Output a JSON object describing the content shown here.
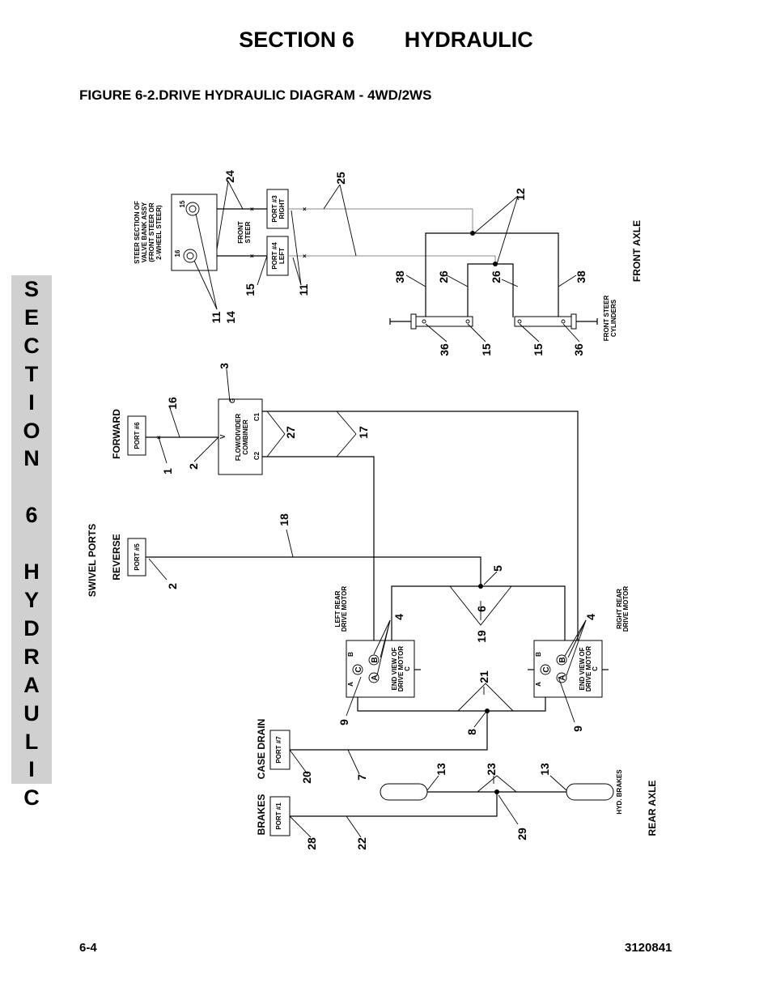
{
  "header": {
    "section": "SECTION 6",
    "topic": "HYDRAULIC"
  },
  "figure_title": "FIGURE 6-2.DRIVE HYDRAULIC DIAGRAM - 4WD/2WS",
  "side_tab": [
    "S",
    "E",
    "C",
    "T",
    "I",
    "O",
    "N",
    "",
    "6",
    "",
    "H",
    "Y",
    "D",
    "R",
    "A",
    "U",
    "L",
    "I",
    "C"
  ],
  "footer": {
    "page": "6-4",
    "doc_number": "3120841"
  },
  "labels": {
    "front_axle": "FRONT AXLE",
    "rear_axle": "REAR AXLE",
    "swivel_ports": "SWIVEL PORTS",
    "forward": "FORWARD",
    "reverse": "REVERSE",
    "case_drain": "CASE DRAIN",
    "brakes": "BRAKES",
    "port6": "PORT #6",
    "port5": "PORT #5",
    "port7": "PORT #7",
    "port1": "PORT #1",
    "port3_a": "PORT #3",
    "port3_b": "RIGHT",
    "port4_a": "PORT #4",
    "port4_b": "LEFT",
    "front_steer_a": "FRONT",
    "front_steer_b": "STEER",
    "valve_1": "STEER SECTION OF",
    "valve_2": "VALVE BANK ASSY",
    "valve_3": "(FRONT STEER OR",
    "valve_4": "2-WHEEL STEER)",
    "valve_port15": "15",
    "valve_port16": "16",
    "cyl_1": "FRONT STEER",
    "cyl_2": "CYLINDERS",
    "fd_1": "FLOW/DIVIDER",
    "fd_2": "COMBINER",
    "fd_g": "G",
    "fd_v": "V",
    "fd_c1": "C1",
    "fd_c2": "C2",
    "lrdm_1": "LEFT REAR",
    "lrdm_2": "DRIVE MOTOR",
    "rrdm_1": "RIGHT REAR",
    "rrdm_2": "DRIVE MOTOR",
    "ev_1": "END VIEW OF",
    "ev_2": "DRIVE MOTOR",
    "ev_3": "C",
    "m_b": "B",
    "m_a": "A",
    "c_A": "A",
    "c_B": "B",
    "c_C": "C",
    "hyd_brakes": "HYD. BRAKES"
  },
  "callouts": [
    "24",
    "25",
    "12",
    "11",
    "14",
    "15",
    "11",
    "38",
    "26",
    "26",
    "38",
    "36",
    "15",
    "15",
    "36",
    "3",
    "16",
    "1",
    "2",
    "27",
    "17",
    "18",
    "2",
    "5",
    "6",
    "19",
    "4",
    "4",
    "21",
    "9",
    "9",
    "8",
    "20",
    "7",
    "13",
    "23",
    "13",
    "29",
    "28",
    "22"
  ]
}
